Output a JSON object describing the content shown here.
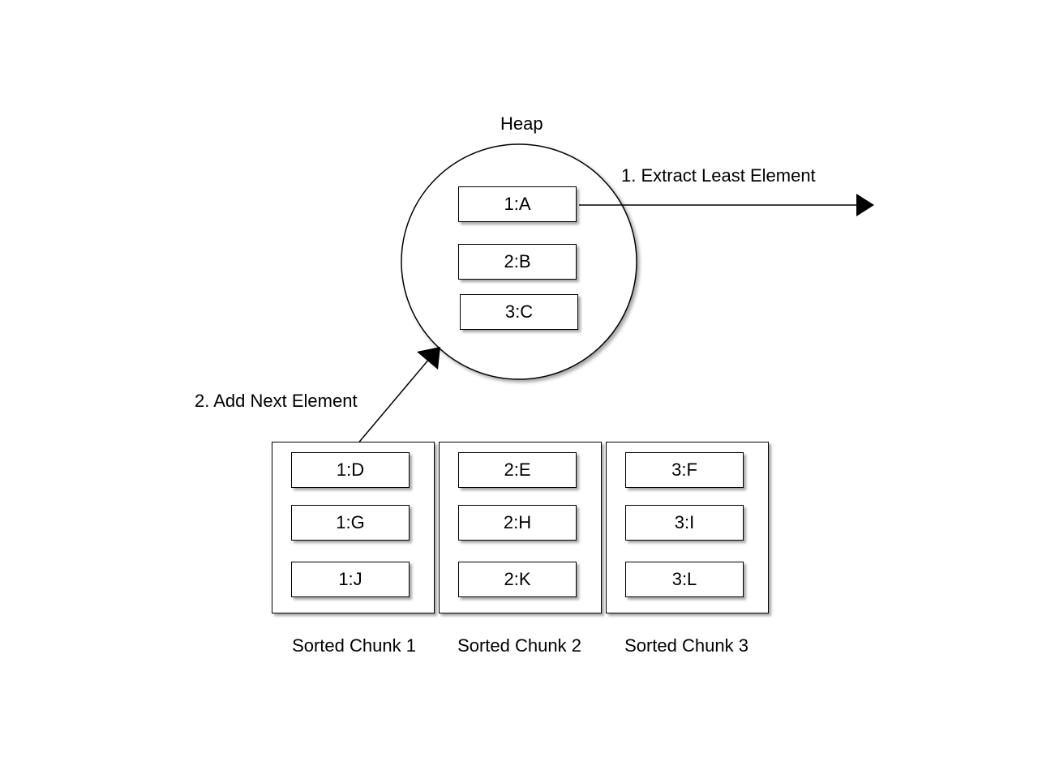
{
  "heap": {
    "title": "Heap",
    "items": [
      "1:A",
      "2:B",
      "3:C"
    ]
  },
  "steps": {
    "extract": "1. Extract Least Element",
    "add": "2. Add Next Element"
  },
  "chunks": [
    {
      "label": "Sorted Chunk 1",
      "items": [
        "1:D",
        "1:G",
        "1:J"
      ]
    },
    {
      "label": "Sorted Chunk 2",
      "items": [
        "2:E",
        "2:H",
        "2:K"
      ]
    },
    {
      "label": "Sorted Chunk 3",
      "items": [
        "3:F",
        "3:I",
        "3:L"
      ]
    }
  ],
  "colors": {
    "stroke": "#000000",
    "fill": "#ffffff"
  }
}
